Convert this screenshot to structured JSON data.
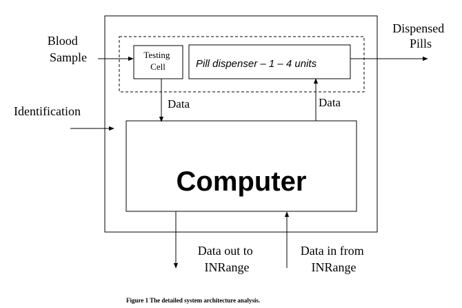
{
  "inputs": {
    "blood_sample": [
      "Blood",
      "Sample"
    ],
    "identification": "Identification"
  },
  "outputs": {
    "dispensed_pills": [
      "Dispensed",
      "Pills"
    ]
  },
  "blocks": {
    "testing_cell": [
      "Testing",
      "Cell"
    ],
    "pill_dispenser": "Pill dispenser – 1 – 4 units",
    "computer": "Computer"
  },
  "connections": {
    "testing_to_computer": "Data",
    "computer_to_dispenser": "Data",
    "data_out": [
      "Data out to",
      "INRange"
    ],
    "data_in": [
      "Data in from",
      "INRange"
    ]
  },
  "caption": "Figure 1 The detailed system architecture analysis."
}
